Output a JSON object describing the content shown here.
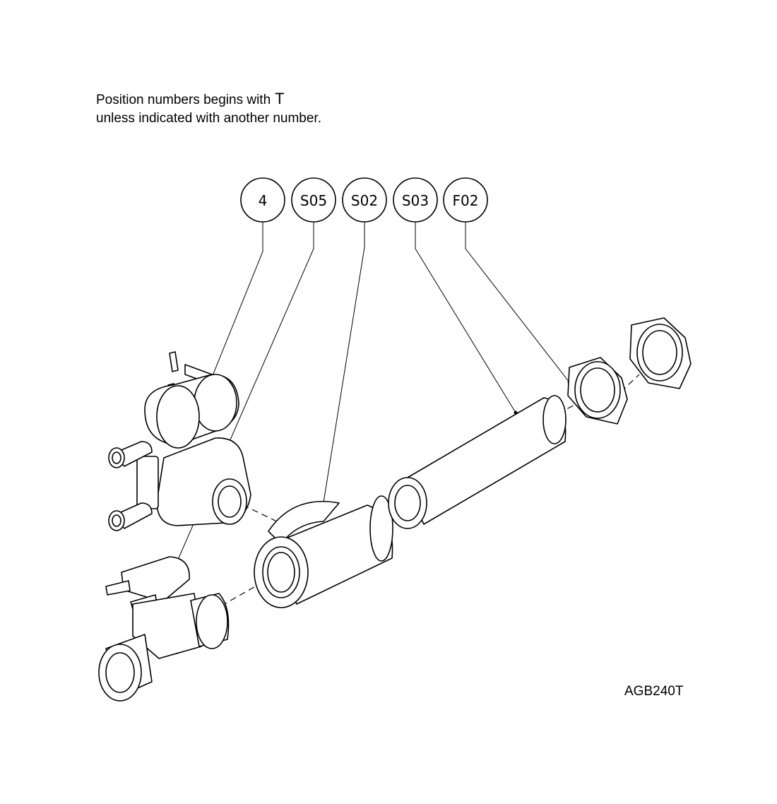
{
  "note": {
    "line1": "Position numbers begins with",
    "prefix": "T",
    "line2": "unless indicated with another number."
  },
  "callouts": [
    {
      "id": "c1",
      "label": "4"
    },
    {
      "id": "c2",
      "label": "S05"
    },
    {
      "id": "c3",
      "label": "S02"
    },
    {
      "id": "c4",
      "label": "S03"
    },
    {
      "id": "c5",
      "label": "F02"
    }
  ],
  "drawing_code": "AGB240T"
}
